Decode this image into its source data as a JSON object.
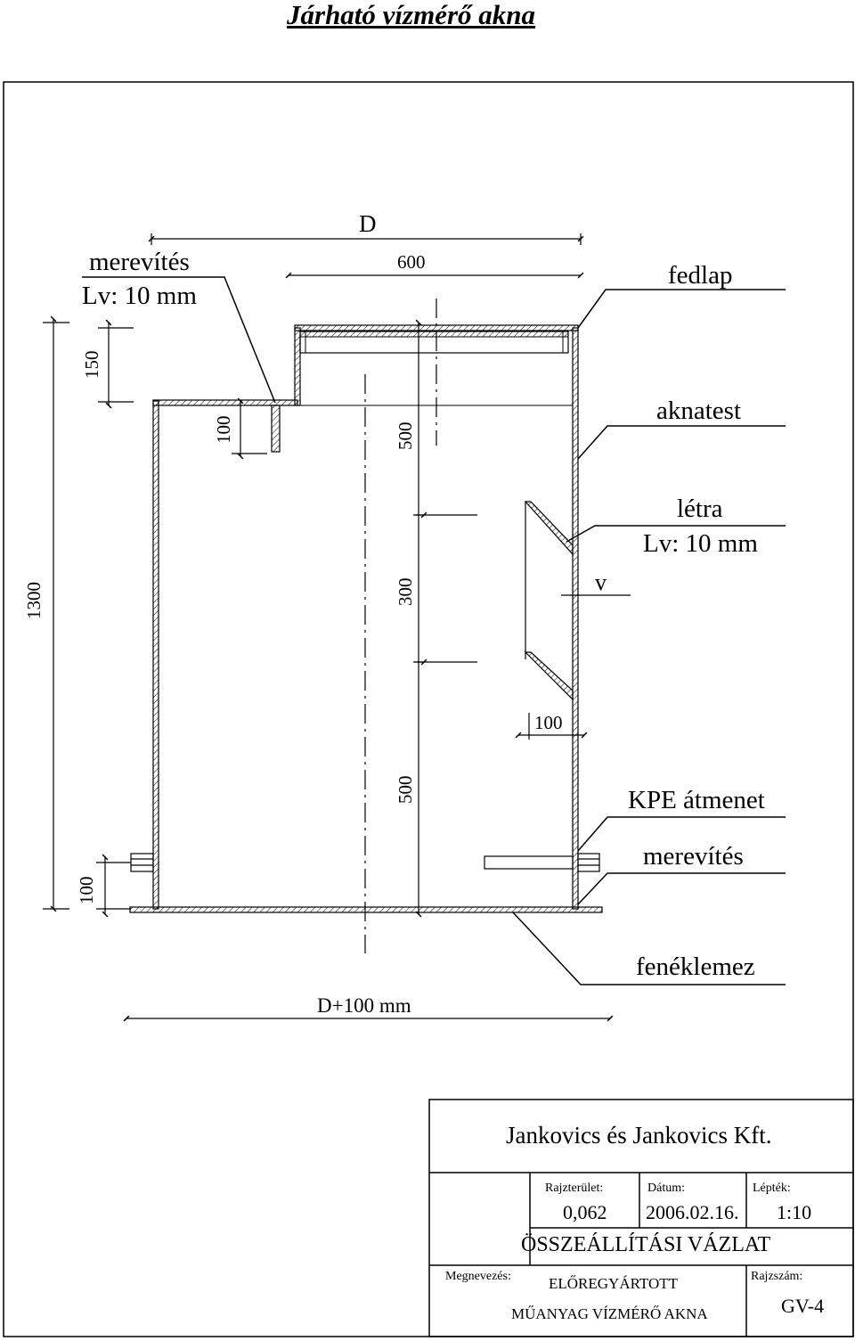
{
  "title": "Járható vízmérő akna",
  "dimensions": {
    "D": "D",
    "top_width": "600",
    "total_height": "1300",
    "neck_height": "150",
    "stiffener_height": "100",
    "upper_section": "500",
    "ladder_section": "300",
    "lower_section": "500",
    "ladder_width": "100",
    "bottom_offset": "100",
    "base_width": "D+100 mm",
    "gap": "v"
  },
  "labels": {
    "stiffener_top_line1": "merevítés",
    "stiffener_top_line2": "Lv: 10 mm",
    "cover": "fedlap",
    "body": "aknatest",
    "ladder_line1": "létra",
    "ladder_line2": "Lv: 10 mm",
    "kpe": "KPE átmenet",
    "stiffener_bottom": "merevítés",
    "bottom_plate": "fenéklemez"
  },
  "title_block": {
    "company": "Jankovics és Jankovics Kft.",
    "area_label": "Rajzterület:",
    "area_value": "0,062",
    "date_label": "Dátum:",
    "date_value": "2006.02.16.",
    "scale_label": "Lépték:",
    "scale_value": "1:10",
    "drawing_type": "ÖSSZEÁLLÍTÁSI VÁZLAT",
    "name_label": "Megnevezés:",
    "name_line1": "ELŐREGYÁRTOTT",
    "name_line2": "MŰANYAG VÍZMÉRŐ AKNA",
    "number_label": "Rajzszám:",
    "number_value": "GV-4"
  }
}
